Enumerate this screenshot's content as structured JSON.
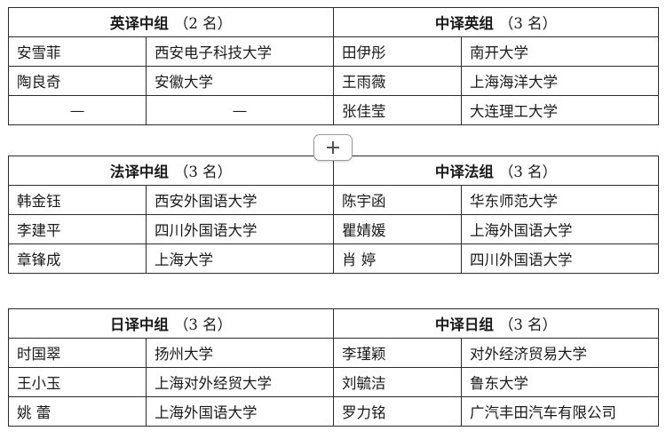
{
  "tables": [
    {
      "left_group": {
        "name": "英译中组",
        "count": "（2 名）"
      },
      "right_group": {
        "name": "中译英组",
        "count": "（3 名）"
      },
      "rows": [
        {
          "left_name": "安雪菲",
          "left_school": "西安电子科技大学",
          "right_name": "田伊彤",
          "right_school": "南开大学"
        },
        {
          "left_name": "陶良奇",
          "left_school": "安徽大学",
          "right_name": "王雨薇",
          "right_school": "上海海洋大学"
        },
        {
          "left_name": "—",
          "left_school": "—",
          "right_name": "张佳莹",
          "right_school": "大连理工大学"
        }
      ]
    },
    {
      "left_group": {
        "name": "法译中组",
        "count": "（3 名）"
      },
      "right_group": {
        "name": "中译法组",
        "count": "（3 名）"
      },
      "rows": [
        {
          "left_name": "韩金钰",
          "left_school": "西安外国语大学",
          "right_name": "陈宇函",
          "right_school": "华东师范大学"
        },
        {
          "left_name": "李建平",
          "left_school": "四川外国语大学",
          "right_name": "瞿婧媛",
          "right_school": "上海外国语大学"
        },
        {
          "left_name": "章锋成",
          "left_school": "上海大学",
          "right_name": "肖 婷",
          "right_school": "四川外国语大学"
        }
      ]
    },
    {
      "left_group": {
        "name": "日译中组",
        "count": "（3 名）"
      },
      "right_group": {
        "name": "中译日组",
        "count": "（3 名）"
      },
      "rows": [
        {
          "left_name": "时国翠",
          "left_school": "扬州大学",
          "right_name": "李瑾颖",
          "right_school": "对外经济贸易大学"
        },
        {
          "left_name": "王小玉",
          "left_school": "上海对外经贸大学",
          "right_name": "刘毓洁",
          "right_school": "鲁东大学"
        },
        {
          "left_name": "姚 蕾",
          "left_school": "上海外国语大学",
          "right_name": "罗力铭",
          "right_school": "广汽丰田汽车有限公司"
        }
      ]
    }
  ],
  "icons": {
    "expand": "plus-icon"
  }
}
